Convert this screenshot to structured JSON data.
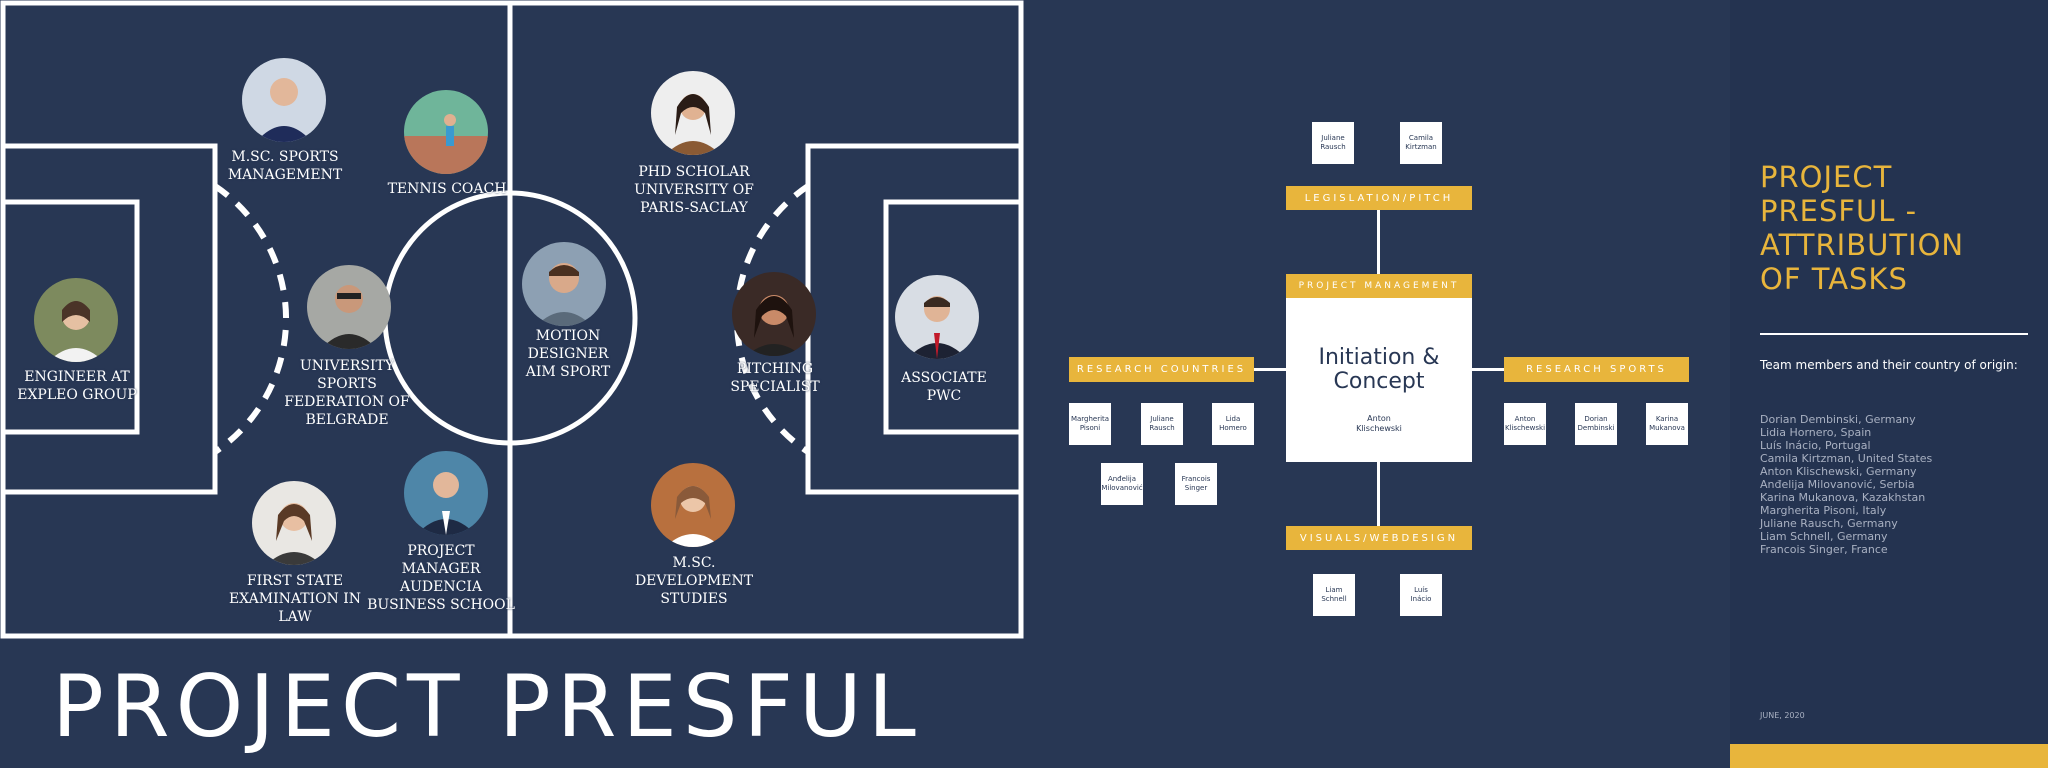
{
  "pitch": {
    "title": "PROJECT PRESFUL",
    "players": [
      {
        "label": "M.SC. SPORTS\nMANAGEMENT",
        "photo": "man-in-sport-polo-photo"
      },
      {
        "label": "TENNIS COACH",
        "photo": "tennis-court-player-photo"
      },
      {
        "label": "ENGINEER AT\nEXPLEO GROUP",
        "photo": "woman-outdoors-photo"
      },
      {
        "label": "UNIVERSITY\nSPORTS\nFEDERATION OF\nBELGRADE",
        "photo": "woman-sunglasses-photo"
      },
      {
        "label": "FIRST  STATE\nEXAMINATION IN\nLAW",
        "photo": "woman-portrait-photo"
      },
      {
        "label": "PROJECT\nMANAGER\nAUDENCIA\nBUSINESS SCHOOL",
        "photo": "man-in-suit-photo"
      },
      {
        "label": "PHD SCHOLAR\nUNIVERSITY OF\nPARIS-SACLAY",
        "photo": "woman-brown-jacket-photo"
      },
      {
        "label": "MOTION\nDESIGNER\nAIM SPORT",
        "photo": "man-smiling-photo"
      },
      {
        "label": "PITCHING\nSPECIALIST",
        "photo": "woman-smiling-photo"
      },
      {
        "label": "ASSOCIATE\nPWC",
        "photo": "man-red-tie-photo"
      },
      {
        "label": "M.SC.\nDEVELOPMENT\nSTUDIES",
        "photo": "woman-white-blouse-photo"
      }
    ]
  },
  "org_chart": {
    "center_title": "Initiation &\nConcept",
    "center_sub": "Anton\nKlischewski",
    "project_management": "PROJECT MANAGEMENT",
    "legislation": {
      "label": "LEGISLATION/PITCH",
      "members": [
        "Juliane\nRausch",
        "Camila\nKirtzman"
      ]
    },
    "research_countries": {
      "label": "RESEARCH COUNTRIES",
      "members": [
        "Margherita\nPisoni",
        "Juliane\nRausch",
        "Lida\nHomero",
        "Anđelija\nMilovanović",
        "Francois\nSinger"
      ]
    },
    "research_sports": {
      "label": "RESEARCH SPORTS",
      "members": [
        "Anton\nKlischewski",
        "Dorian\nDembinski",
        "Karina\nMukanova"
      ]
    },
    "visuals": {
      "label": "VISUALS/WEBDESIGN",
      "members": [
        "Liam\nSchnell",
        "Luís\nInácio"
      ]
    }
  },
  "panel": {
    "title": "PROJECT\nPRESFUL -\nATTRIBUTION\nOF TASKS",
    "heading": "Team members and their country of origin:",
    "members": [
      "Dorian Dembinski, Germany",
      "Lidia Hornero, Spain",
      "Luís Inácio, Portugal",
      "Camila Kirtzman, United States",
      "Anton Klischewski, Germany",
      "Anđelija Milovanović, Serbia",
      "Karina Mukanova,  Kazakhstan",
      "Margherita Pisoni, Italy",
      "Juliane Rausch, Germany",
      "Liam Schnell, Germany",
      "Francois Singer, France"
    ],
    "date": "JUNE, 2020"
  },
  "colors": {
    "background": "#283754",
    "accent": "#e8b53c",
    "lines": "#ffffff",
    "panel": "#243350"
  }
}
